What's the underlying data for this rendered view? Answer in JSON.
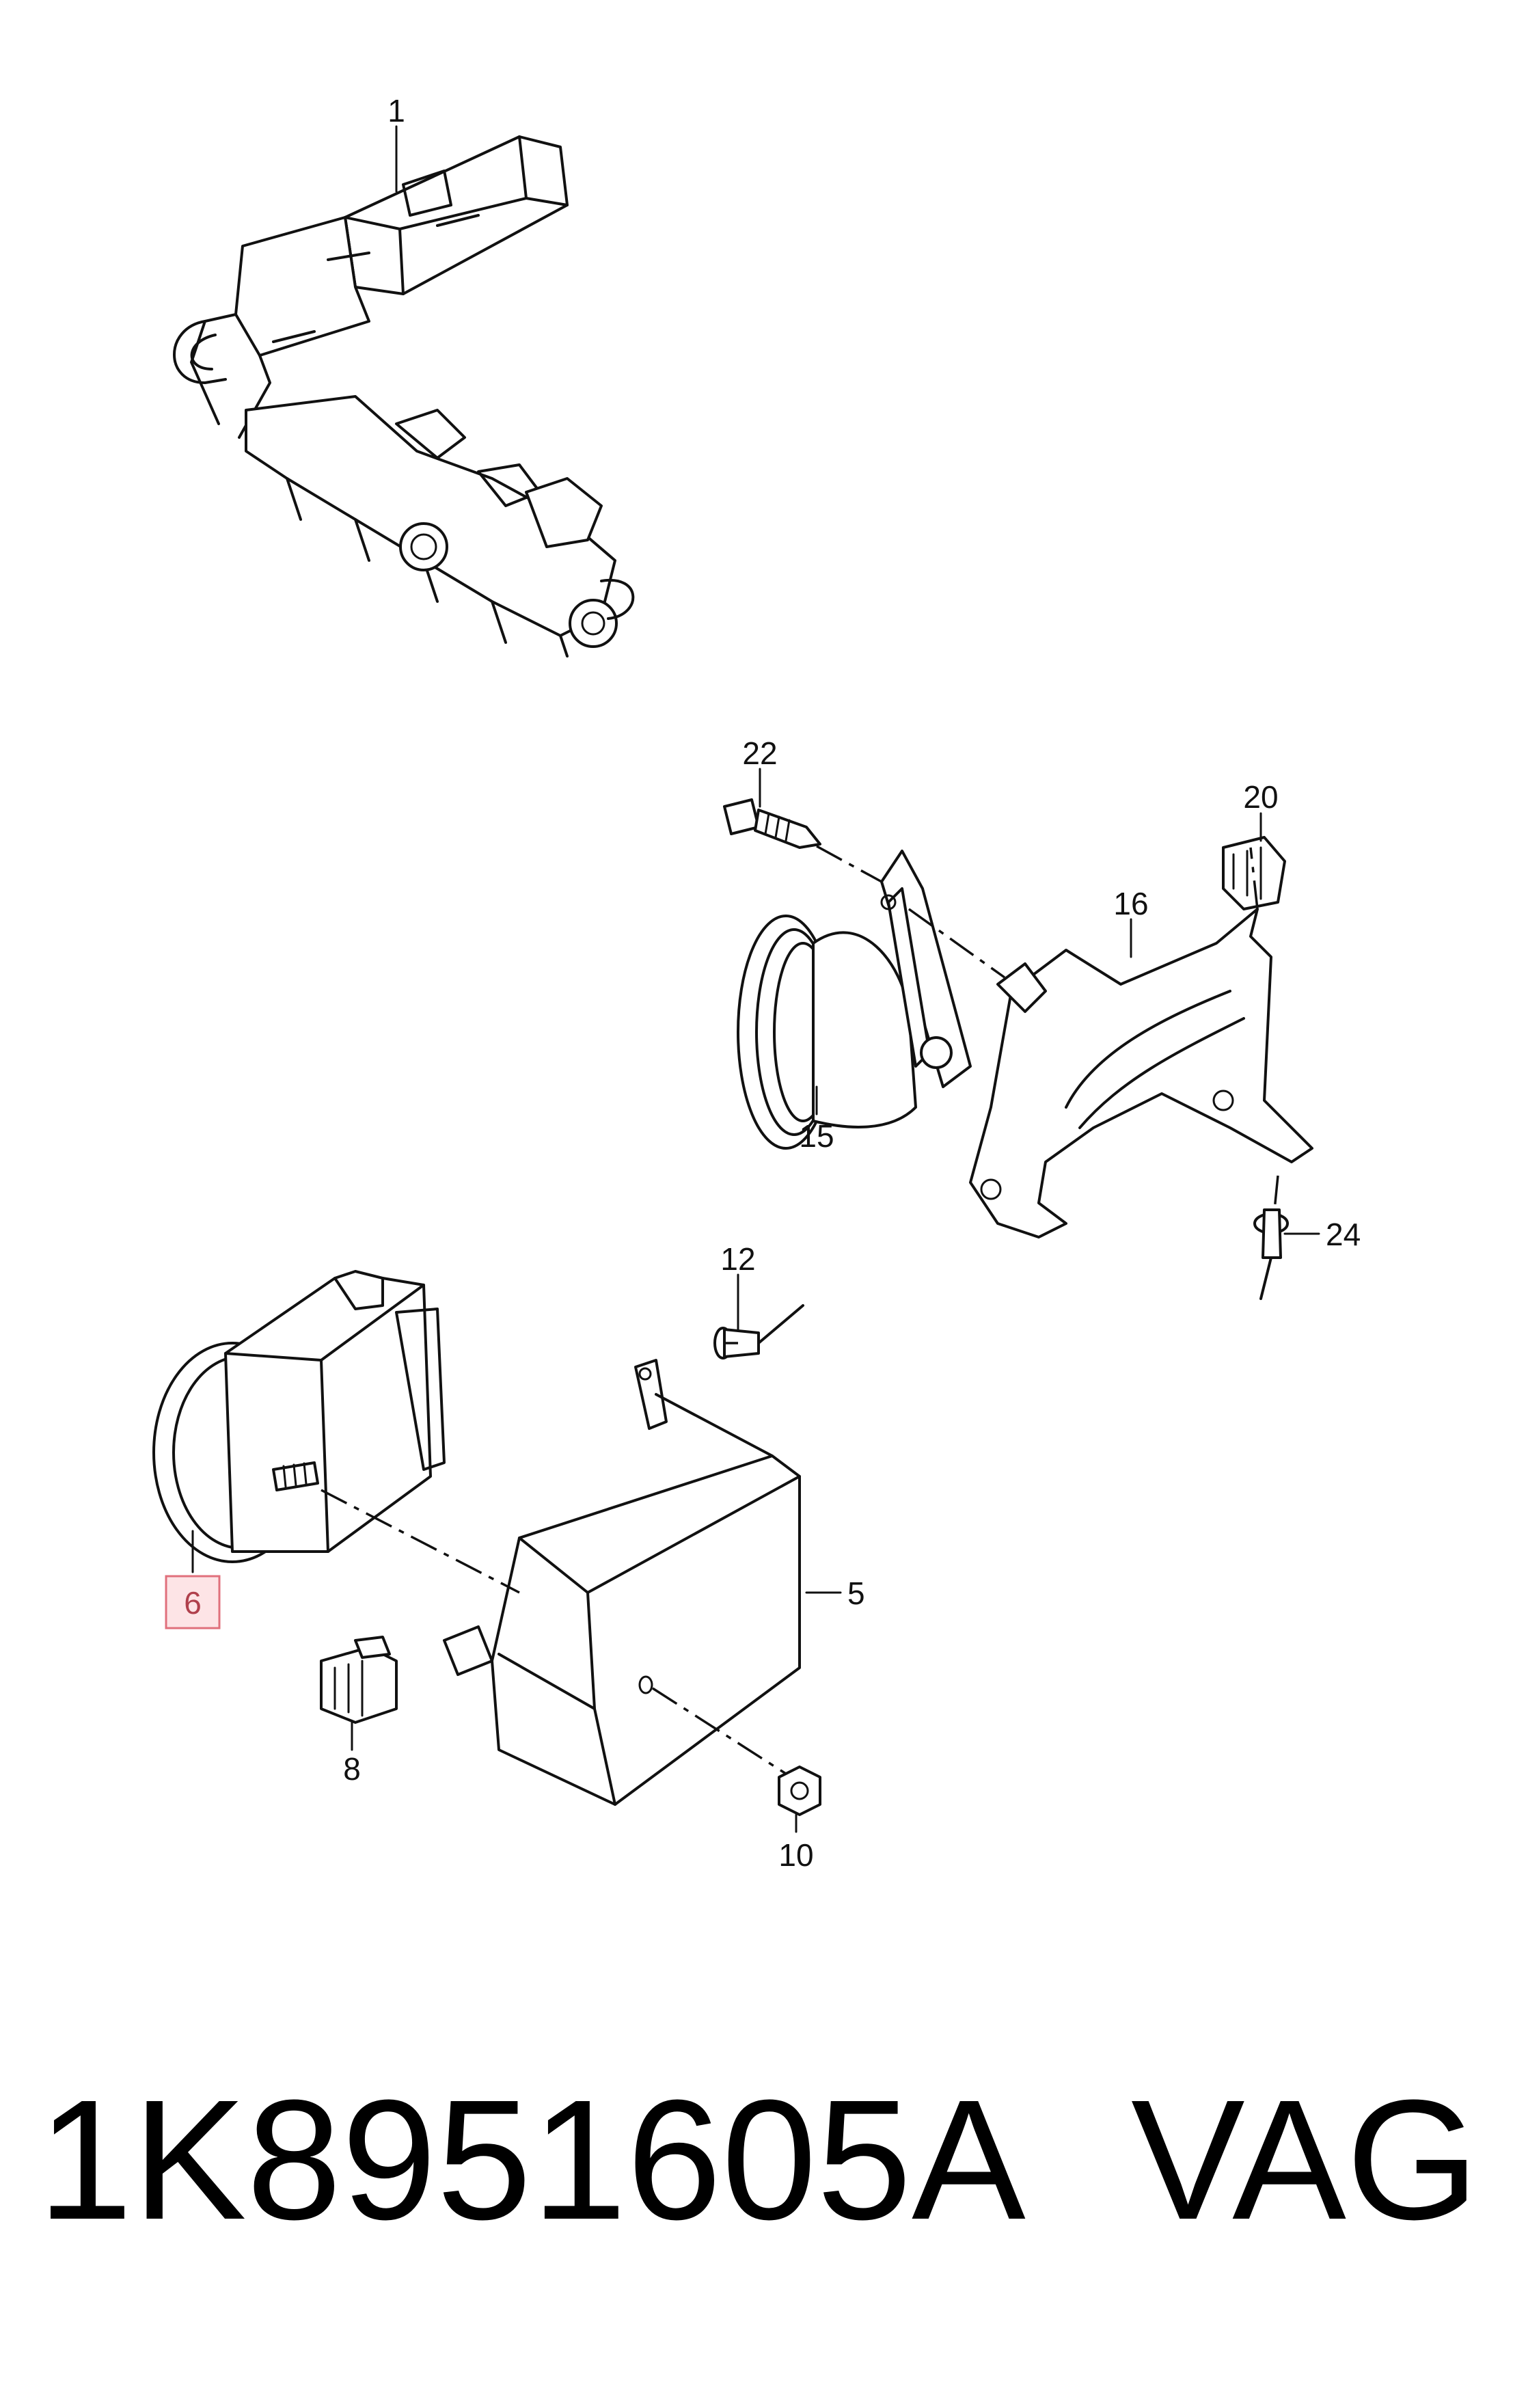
{
  "callouts": [
    {
      "id": "1",
      "label": "1"
    },
    {
      "id": "22",
      "label": "22"
    },
    {
      "id": "20",
      "label": "20"
    },
    {
      "id": "16",
      "label": "16"
    },
    {
      "id": "15",
      "label": "15"
    },
    {
      "id": "24",
      "label": "24"
    },
    {
      "id": "12",
      "label": "12"
    },
    {
      "id": "5",
      "label": "5"
    },
    {
      "id": "6",
      "label": "6",
      "highlighted": true
    },
    {
      "id": "8",
      "label": "8"
    },
    {
      "id": "10",
      "label": "10"
    }
  ],
  "footer": {
    "part_number": "1K8951605A",
    "brand": "VAG"
  },
  "colors": {
    "line": "#111111",
    "highlight_fill": "#fde4e6",
    "highlight_border": "#e0707c",
    "highlight_text": "#b0404c"
  }
}
